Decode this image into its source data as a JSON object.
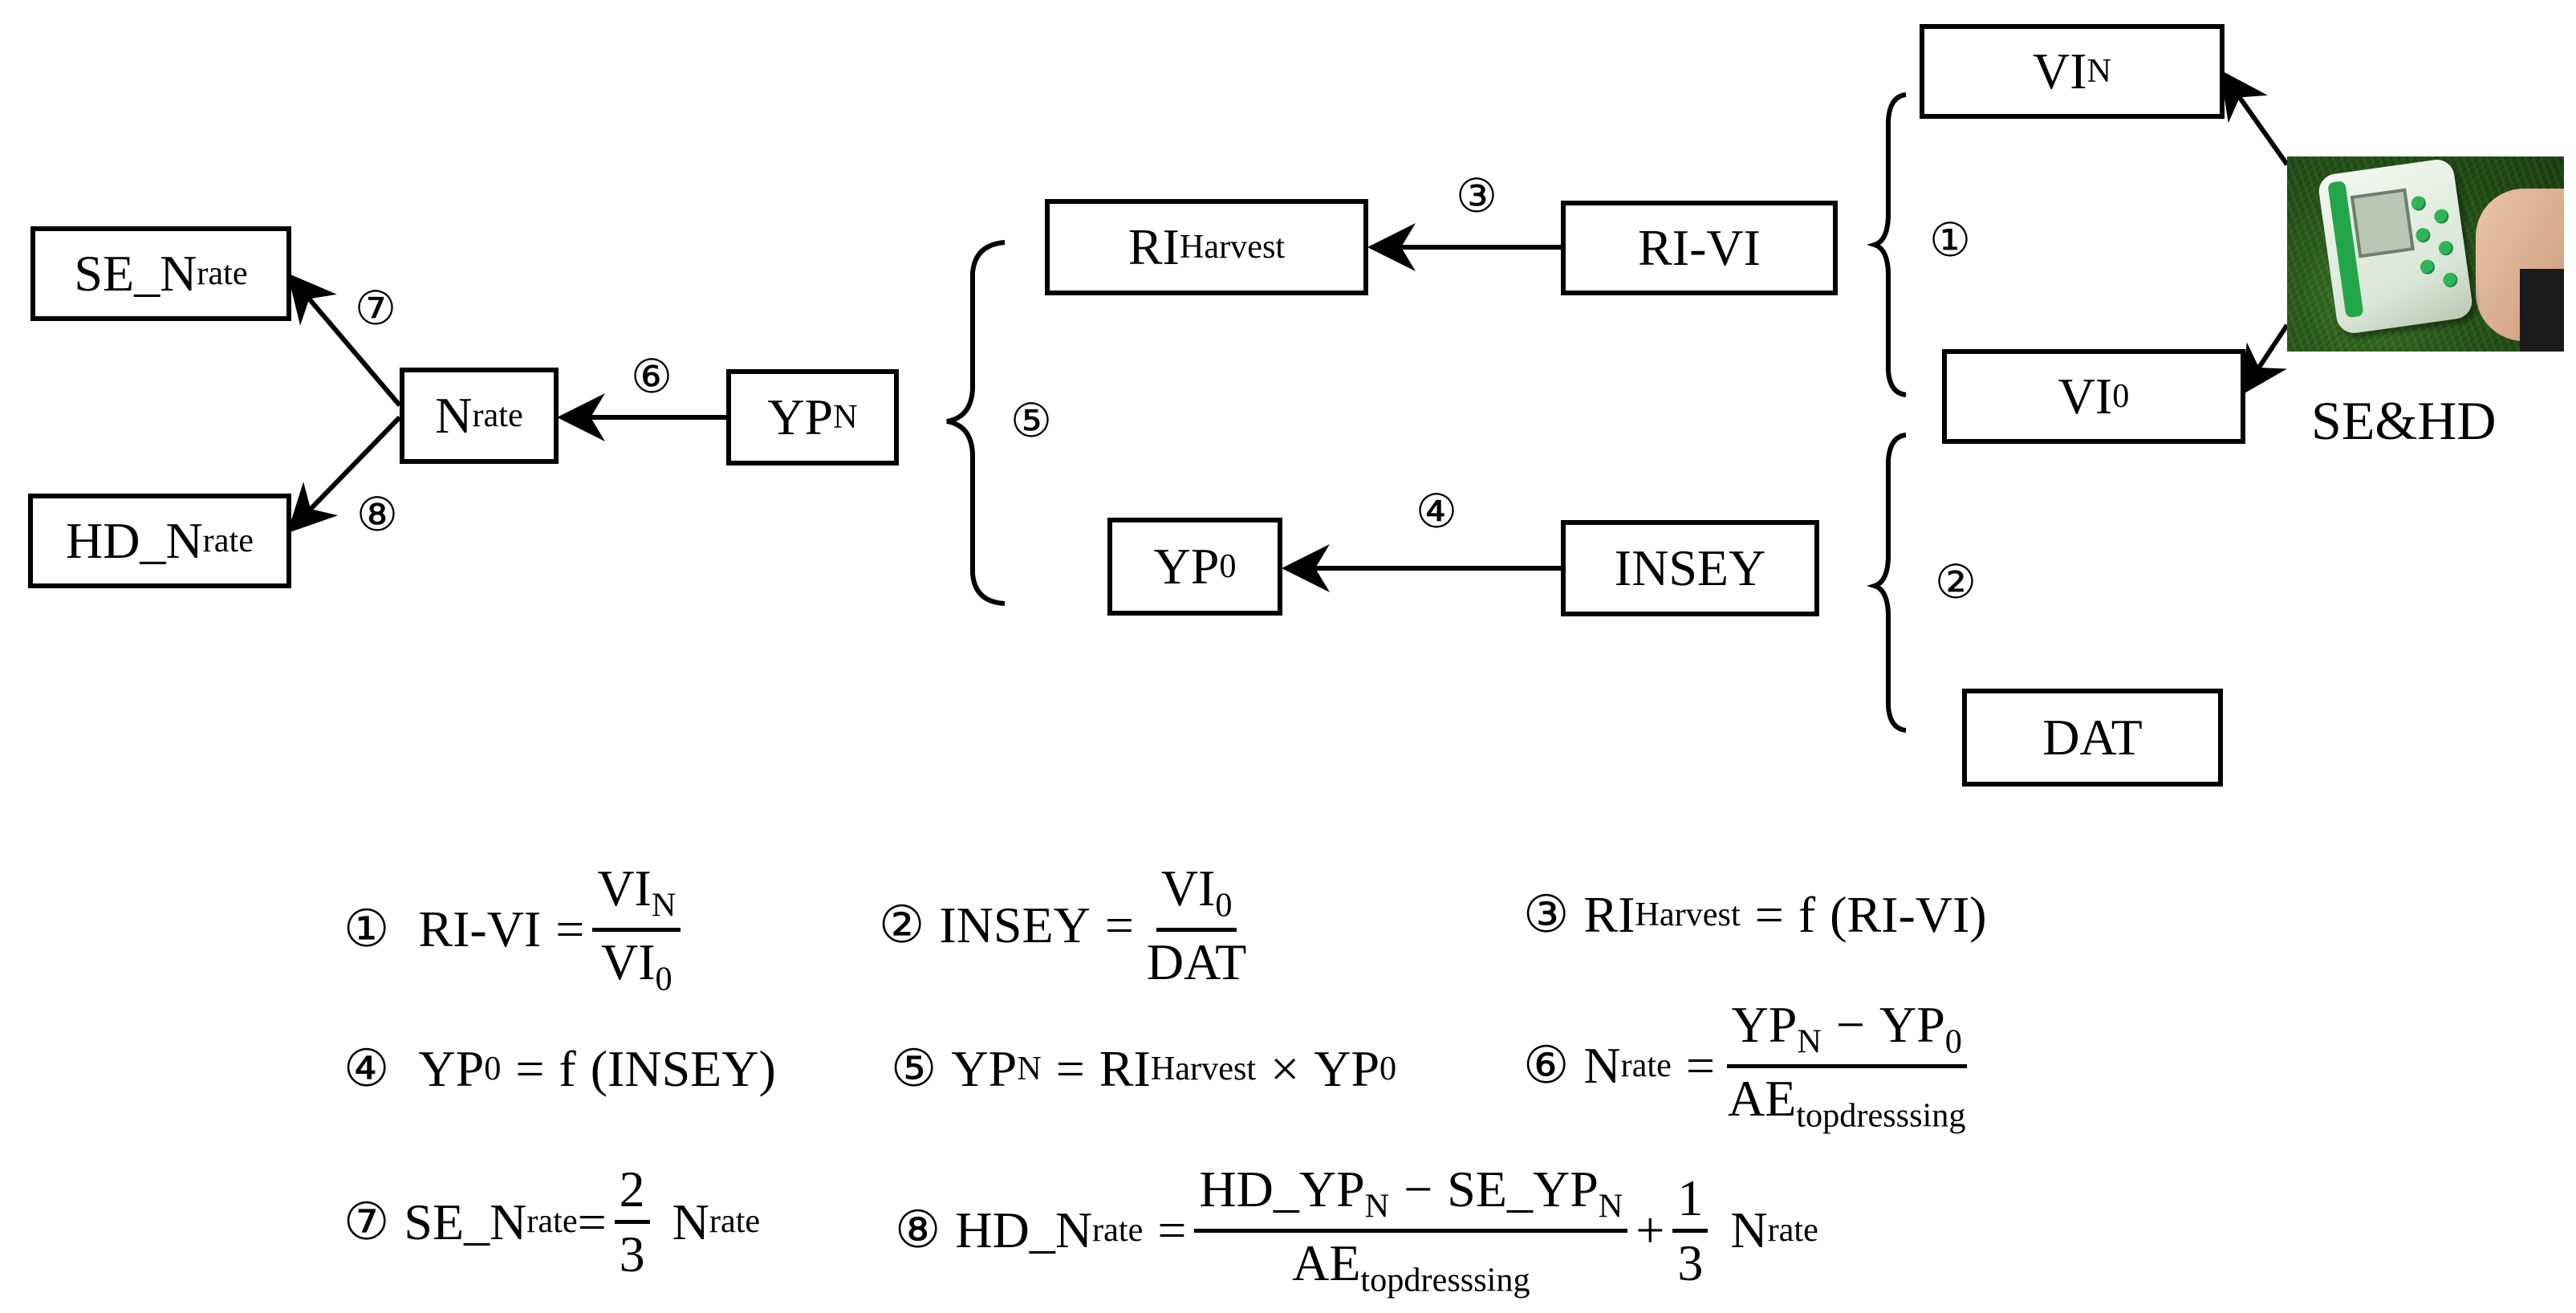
{
  "device_label": "SE&HD",
  "steps": {
    "s1": "①",
    "s2": "②",
    "s3": "③",
    "s4": "④",
    "s5": "⑤",
    "s6": "⑥",
    "s7": "⑦",
    "s8": "⑧"
  },
  "nodes": {
    "vin": {
      "main": "VI",
      "sub": "N"
    },
    "vi0": {
      "main": "VI",
      "sub": "0"
    },
    "dat": {
      "main": "DAT"
    },
    "rivi": {
      "main": "RI-VI"
    },
    "insey": {
      "main": "INSEY"
    },
    "riharvest": {
      "main": "RI",
      "sub": "Harvest"
    },
    "yp0": {
      "main": "YP",
      "sub": "0"
    },
    "ypn": {
      "main": "YP",
      "sub": "N"
    },
    "nrate": {
      "main": "N",
      "sub": "rate"
    },
    "se_nrate": {
      "main": "SE_N",
      "sub": "rate"
    },
    "hd_nrate": {
      "main": "HD_N",
      "sub": "rate"
    }
  },
  "symbols": {
    "eq": "=",
    "times": "×",
    "minus": "−",
    "plus": "+",
    "f": "f",
    "lparen": "(",
    "rparen": ")"
  },
  "formula_terms": {
    "num2": "2",
    "num1": "1",
    "num3": "3",
    "hd_yp": "HD_YP",
    "se_yp": "SE_YP",
    "ae": "AE",
    "ae_sub": "topdresssing",
    "se_n": "SE_N",
    "hd_n": "HD_N"
  }
}
